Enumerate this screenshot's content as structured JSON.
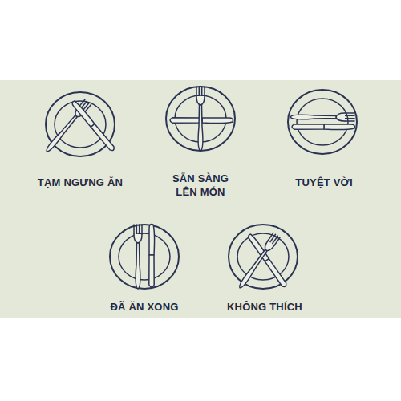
{
  "diagram": {
    "labels": [
      "TẠM NGƯNG ĂN",
      "SẴN SÀNG LÊN MÓN",
      "TUYỆT VỜI",
      "ĐÃ ĂN XONG",
      "KHÔNG THÍCH"
    ]
  }
}
